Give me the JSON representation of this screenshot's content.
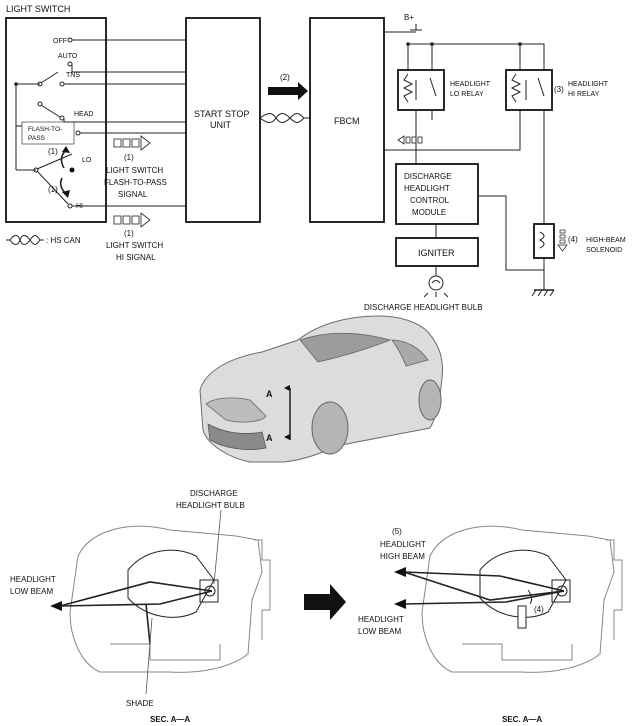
{
  "switch": {
    "title": "LIGHT SWITCH",
    "off": "OFF",
    "auto": "AUTO",
    "tns": "TNS",
    "head": "HEAD",
    "flash_1": "FLASH-TO-",
    "flash_2": "PASS",
    "lo": "LO",
    "hi": "HI",
    "callout_up": "(1)",
    "callout_down": "(1)"
  },
  "modules": {
    "ssu_1": "START STOP",
    "ssu_2": "UNIT",
    "fbcm": "FBCM",
    "dhcm_1": "DISCHARGE",
    "dhcm_2": "HEADLIGHT",
    "dhcm_3": "CONTROL",
    "dhcm_4": "MODULE",
    "igniter": "IGNITER"
  },
  "relays": {
    "lo_1": "HEADLIGHT",
    "lo_2": "LO RELAY",
    "hi_1": "HEADLIGHT",
    "hi_2": "HI RELAY",
    "hi_callout": "(3)"
  },
  "power": {
    "b_plus": "B+"
  },
  "signals": {
    "can_callout": "(2)",
    "ftp_callout": "(1)",
    "ftp_1": "LIGHT SWITCH",
    "ftp_2": "FLASH-TO-PASS",
    "ftp_3": "SIGNAL",
    "hi_callout": "(1)",
    "hi_1": "LIGHT SWITCH",
    "hi_2": "HI SIGNAL"
  },
  "legend": {
    "hs_can": ": HS CAN"
  },
  "solenoid": {
    "callout": "(4)",
    "label_1": "HIGH-BEAM",
    "label_2": "SOLENOID"
  },
  "bulb": {
    "label": "DISCHARGE HEADLIGHT BULB"
  },
  "car": {
    "section_top": "A",
    "section_bottom": "A"
  },
  "lamp_left": {
    "bulb_1": "DISCHARGE",
    "bulb_2": "HEADLIGHT BULB",
    "beam_1": "HEADLIGHT",
    "beam_2": "LOW BEAM",
    "shade": "SHADE",
    "section": "SEC. A—A"
  },
  "lamp_right": {
    "high_callout": "(5)",
    "high_1": "HEADLIGHT",
    "high_2": "HIGH BEAM",
    "low_1": "HEADLIGHT",
    "low_2": "LOW BEAM",
    "shade_callout": "(4)",
    "section": "SEC. A—A"
  }
}
